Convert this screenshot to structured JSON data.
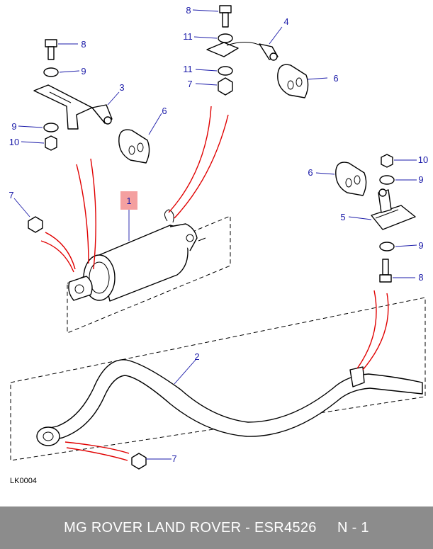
{
  "callouts": {
    "c1": "1",
    "c2": "2",
    "c3": "3",
    "c4": "4",
    "c5": "5",
    "c6a": "6",
    "c6b": "6",
    "c6c": "6",
    "c7a": "7",
    "c7b": "7",
    "c7c": "7",
    "c8a": "8",
    "c8b": "8",
    "c8c": "8",
    "c9a": "9",
    "c9b": "9",
    "c9c": "9",
    "c9d": "9",
    "c10a": "10",
    "c10b": "10",
    "c11a": "11",
    "c11b": "11"
  },
  "diagram_code": "LK0004",
  "footer_text": "MG ROVER LAND ROVER - ESR4526     N - 1",
  "colors": {
    "callout": "#1a1aa8",
    "highlight_box": "#f4a0a0",
    "leader_red": "#e00000",
    "footer_bg": "#8c8c8c"
  }
}
